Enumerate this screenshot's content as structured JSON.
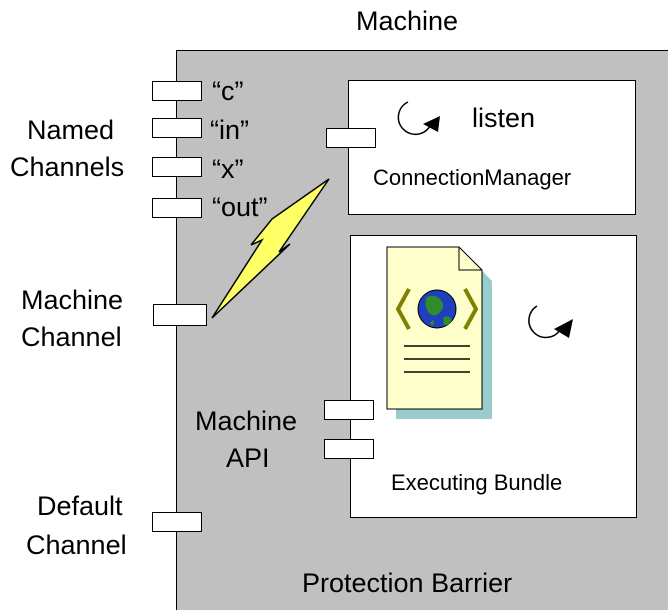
{
  "colors": {
    "barrier": "#c0c0c0",
    "component_fill": "#ffffff",
    "lightning_fill": "#ffff66",
    "document_fill": "#ffffcc",
    "document_shadow": "#99cccc",
    "globe_ocean": "#1f3fbf",
    "globe_land": "#2e8b2e",
    "brackets": "#808000"
  },
  "machine": {
    "title": "Machine",
    "barrier_label": "Protection Barrier"
  },
  "named_channels": {
    "label_line1": "Named",
    "label_line2": "Channels",
    "channels": [
      "“c”",
      "“in”",
      "“x”",
      "“out”"
    ]
  },
  "machine_channel": {
    "label_line1": "Machine",
    "label_line2": "Channel"
  },
  "machine_api": {
    "label_line1": "Machine",
    "label_line2": "API"
  },
  "default_channel": {
    "label_line1": "Default",
    "label_line2": "Channel"
  },
  "connection_manager": {
    "title": "ConnectionManager",
    "activity": "listen"
  },
  "executing_bundle": {
    "title": "Executing Bundle"
  },
  "icons": [
    "rotate-arrow-icon",
    "lightning-icon",
    "document-globe-icon"
  ]
}
